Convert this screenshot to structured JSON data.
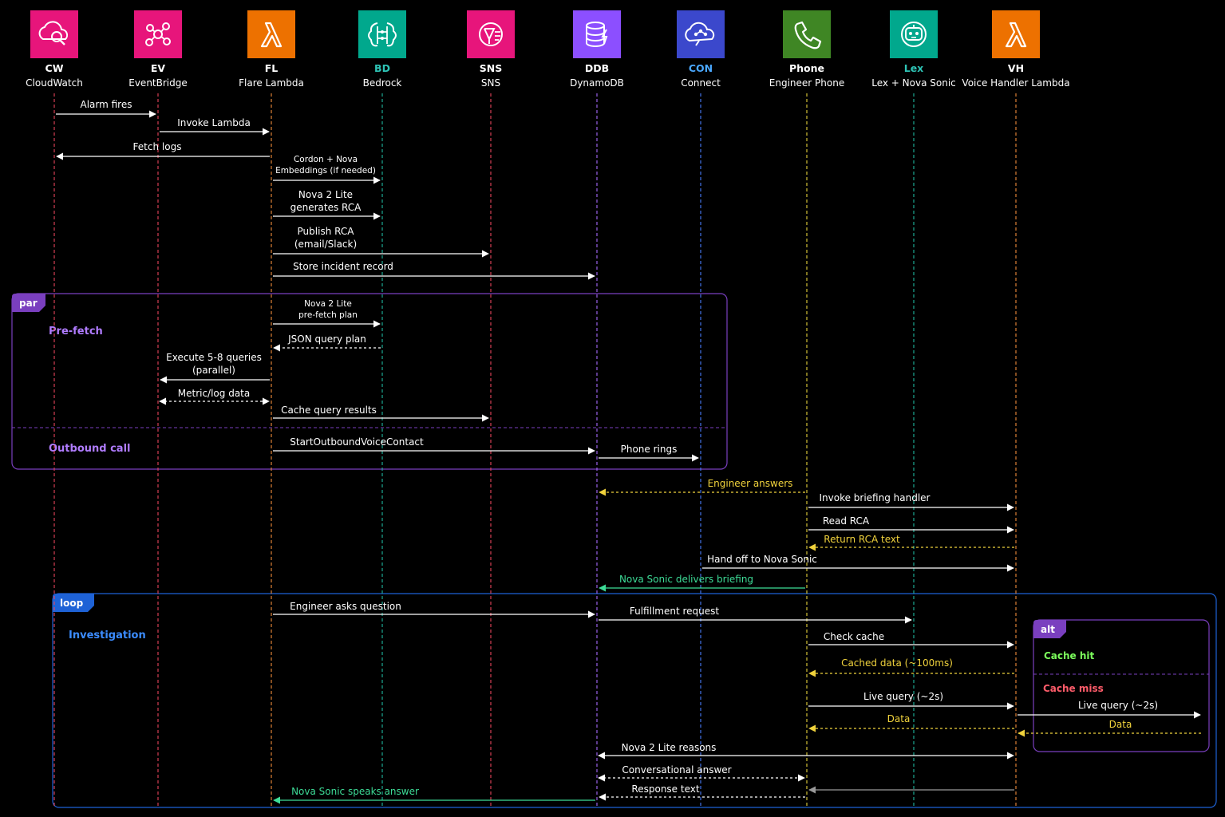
{
  "colors": {
    "background": "#000000",
    "message": "#ffffff",
    "reply_yellow": "#f0d23c",
    "highlight_green": "#3ddc97",
    "par_accent": "#7a3fbf",
    "par_label": "#b07cff",
    "loop_accent": "#1e62d6",
    "loop_label": "#3b8cff",
    "alt_accent": "#7a3fbf",
    "cache_hit": "#7cff5c",
    "cache_miss": "#ff5c6a"
  },
  "participants": [
    {
      "id": "CW",
      "abbr": "CW",
      "name": "CloudWatch",
      "icon": "cloudwatch-icon",
      "tile": "#e7157b",
      "abbr_color": "#ffffff",
      "line": "#e8445c"
    },
    {
      "id": "EV",
      "abbr": "EV",
      "name": "EventBridge",
      "icon": "eventbridge-icon",
      "tile": "#e7157b",
      "abbr_color": "#ffffff",
      "line": "#e8445c"
    },
    {
      "id": "FL",
      "abbr": "FL",
      "name": "Flare Lambda",
      "icon": "lambda-icon",
      "tile": "#ed7100",
      "abbr_color": "#ffffff",
      "line": "#f08c3a"
    },
    {
      "id": "BD",
      "abbr": "BD",
      "name": "Bedrock",
      "icon": "bedrock-icon",
      "tile": "#01a88d",
      "abbr_color": "#2ec4b6",
      "line": "#1fb8a0"
    },
    {
      "id": "SNS",
      "abbr": "SNS",
      "name": "SNS",
      "icon": "sns-icon",
      "tile": "#e7157b",
      "abbr_color": "#ffffff",
      "line": "#e8445c"
    },
    {
      "id": "DDB",
      "abbr": "DDB",
      "name": "DynamoDB",
      "icon": "dynamodb-icon",
      "tile": "#8c4fff",
      "abbr_color": "#ffffff",
      "line": "#a86bff"
    },
    {
      "id": "CON",
      "abbr": "CON",
      "name": "Connect",
      "icon": "connect-icon",
      "tile": "#3b48cc",
      "abbr_color": "#4aa8ff",
      "line": "#4a7dff"
    },
    {
      "id": "Phone",
      "abbr": "Phone",
      "name": "Engineer Phone",
      "icon": "phone-icon",
      "tile": "#3f8624",
      "abbr_color": "#ffffff",
      "line": "#e6d23c"
    },
    {
      "id": "Lex",
      "abbr": "Lex",
      "name": "Lex + Nova Sonic",
      "icon": "lex-bot-icon",
      "tile": "#01a88d",
      "abbr_color": "#2ec4b6",
      "line": "#1fb8a0"
    },
    {
      "id": "VH",
      "abbr": "VH",
      "name": "Voice Handler Lambda",
      "icon": "lambda-icon",
      "tile": "#ed7100",
      "abbr_color": "#ffffff",
      "line": "#f08c3a"
    }
  ],
  "messages": [
    {
      "id": "alarm-fires",
      "from": "CW",
      "to": "EV",
      "lines": [
        "Alarm fires"
      ],
      "style": "solid",
      "color": "message"
    },
    {
      "id": "invoke-lambda",
      "from": "EV",
      "to": "FL",
      "lines": [
        "Invoke Lambda"
      ],
      "style": "solid",
      "color": "message"
    },
    {
      "id": "fetch-logs",
      "from": "FL",
      "to": "CW",
      "lines": [
        "Fetch logs"
      ],
      "style": "solid",
      "color": "message"
    },
    {
      "id": "cordon-embeddings",
      "from": "FL",
      "to": "BD",
      "lines": [
        "Cordon + Nova",
        "Embeddings (if needed)"
      ],
      "style": "solid",
      "color": "message"
    },
    {
      "id": "generates-rca",
      "from": "FL",
      "to": "BD",
      "lines": [
        "Nova 2 Lite",
        "generates RCA"
      ],
      "style": "solid",
      "color": "message"
    },
    {
      "id": "publish-rca",
      "from": "FL",
      "to": "SNS",
      "lines": [
        "Publish RCA",
        "(email/Slack)"
      ],
      "style": "solid",
      "color": "message"
    },
    {
      "id": "store-incident",
      "from": "FL",
      "to": "DDB",
      "lines": [
        "Store incident record"
      ],
      "style": "solid",
      "color": "message"
    },
    {
      "id": "prefetch-plan",
      "from": "FL",
      "to": "BD",
      "lines": [
        "Nova 2 Lite",
        "pre-fetch plan"
      ],
      "style": "solid",
      "color": "message"
    },
    {
      "id": "json-query-plan",
      "from": "BD",
      "to": "FL",
      "lines": [
        "JSON query plan"
      ],
      "style": "dashed",
      "color": "message"
    },
    {
      "id": "execute-queries",
      "from": "FL",
      "to": "EV",
      "lines": [
        "Execute 5-8 queries",
        "(parallel)"
      ],
      "style": "solid",
      "color": "message"
    },
    {
      "id": "metric-log-data",
      "from": "EV",
      "to": "FL",
      "lines": [
        "Metric/log data"
      ],
      "style": "dashed",
      "color": "message",
      "both": true
    },
    {
      "id": "cache-results",
      "from": "FL",
      "to": "SNS",
      "lines": [
        "Cache query results"
      ],
      "style": "solid",
      "color": "message"
    },
    {
      "id": "start-outbound",
      "from": "FL",
      "to": "DDB",
      "lines": [
        "StartOutboundVoiceContact"
      ],
      "style": "solid",
      "color": "message"
    },
    {
      "id": "phone-rings",
      "from": "DDB",
      "to": "CON",
      "lines": [
        "Phone rings"
      ],
      "style": "solid",
      "color": "message"
    },
    {
      "id": "engineer-answers",
      "from": "Phone",
      "to": "DDB",
      "lines": [
        "Engineer answers"
      ],
      "style": "dashed",
      "color": "reply_yellow"
    },
    {
      "id": "invoke-briefing",
      "from": "Phone",
      "to": "VH",
      "lines": [
        "Invoke briefing handler"
      ],
      "style": "solid",
      "color": "message"
    },
    {
      "id": "read-rca",
      "from": "Phone",
      "to": "VH",
      "lines": [
        "Read RCA"
      ],
      "style": "solid",
      "color": "message"
    },
    {
      "id": "return-rca",
      "from": "VH",
      "to": "Phone",
      "lines": [
        "Return RCA text"
      ],
      "style": "dashed",
      "color": "reply_yellow"
    },
    {
      "id": "hand-off",
      "from": "CON",
      "to": "VH",
      "lines": [
        "Hand off to Nova Sonic"
      ],
      "style": "solid",
      "color": "message"
    },
    {
      "id": "delivers-briefing",
      "from": "Phone",
      "to": "DDB",
      "lines": [
        "Nova Sonic delivers briefing"
      ],
      "style": "solid",
      "color": "highlight_green"
    },
    {
      "id": "engineer-asks",
      "from": "FL",
      "to": "DDB",
      "lines": [
        "Engineer asks question"
      ],
      "style": "solid",
      "color": "message"
    },
    {
      "id": "fulfillment-request",
      "from": "DDB",
      "to": "Lex",
      "lines": [
        "Fulfillment request"
      ],
      "style": "solid",
      "color": "message"
    },
    {
      "id": "check-cache",
      "from": "Phone",
      "to": "VH",
      "lines": [
        "Check cache"
      ],
      "style": "solid",
      "color": "message"
    },
    {
      "id": "cached-data",
      "from": "VH",
      "to": "Phone",
      "lines": [
        "Cached data (~100ms)"
      ],
      "style": "dashed",
      "color": "reply_yellow"
    },
    {
      "id": "live-query",
      "from": "Phone",
      "to": "VH",
      "lines": [
        "Live query (~2s)"
      ],
      "style": "solid",
      "color": "message"
    },
    {
      "id": "live-data",
      "from": "VH",
      "to": "Phone",
      "lines": [
        "Data"
      ],
      "style": "dashed",
      "color": "reply_yellow"
    },
    {
      "id": "alt-live-query",
      "from": "VH",
      "to": "RIGHT",
      "lines": [
        "Live query (~2s)"
      ],
      "style": "solid",
      "color": "message"
    },
    {
      "id": "alt-live-data",
      "from": "RIGHT",
      "to": "VH",
      "lines": [
        "Data"
      ],
      "style": "dashed",
      "color": "reply_yellow"
    },
    {
      "id": "nova-reasons",
      "from": "DDB",
      "to": "VH",
      "lines": [
        "Nova 2 Lite reasons"
      ],
      "style": "solid",
      "color": "message",
      "both": true
    },
    {
      "id": "conversational-answer",
      "from": "DDB",
      "to": "Phone",
      "lines": [
        "Conversational answer"
      ],
      "style": "dashed",
      "color": "message",
      "both": true
    },
    {
      "id": "response-text",
      "from": "Phone",
      "to": "DDB",
      "lines": [
        "Response text"
      ],
      "style": "dashed",
      "color": "message"
    },
    {
      "id": "vh-to-phone",
      "from": "VH",
      "to": "Phone",
      "lines": [],
      "style": "solid",
      "color": "message"
    },
    {
      "id": "speaks-answer",
      "from": "DDB",
      "to": "FL",
      "lines": [
        "Nova Sonic speaks answer"
      ],
      "style": "solid",
      "color": "highlight_green"
    }
  ],
  "fragments": [
    {
      "id": "par",
      "tag": "par",
      "accent": "par_accent",
      "label_color": "par_label",
      "sections": [
        "Pre-fetch",
        "Outbound call"
      ]
    },
    {
      "id": "loop",
      "tag": "loop",
      "accent": "loop_accent",
      "label_color": "loop_label",
      "sections": [
        "Investigation"
      ]
    },
    {
      "id": "alt",
      "tag": "alt",
      "accent": "alt_accent",
      "sections": [
        {
          "label": "Cache hit",
          "color": "cache_hit"
        },
        {
          "label": "Cache miss",
          "color": "cache_miss"
        }
      ]
    }
  ]
}
